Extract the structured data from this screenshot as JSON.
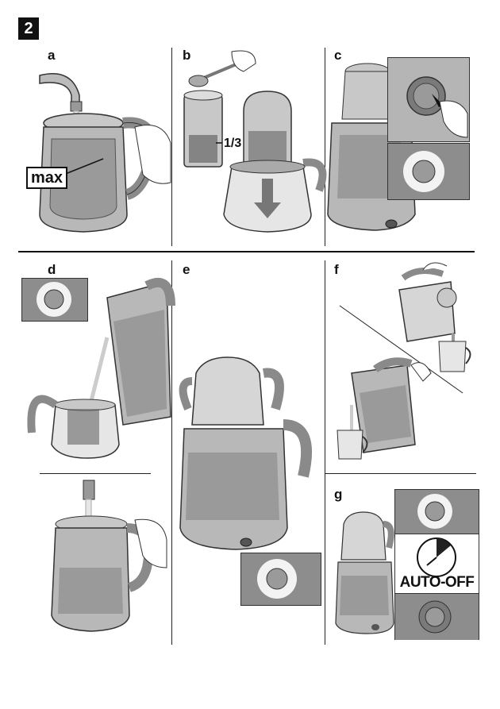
{
  "figure": {
    "step_number": "2",
    "panels": [
      {
        "id": "a",
        "label": "a",
        "callout": "max"
      },
      {
        "id": "b",
        "label": "b",
        "callout": "1/3"
      },
      {
        "id": "c",
        "label": "c"
      },
      {
        "id": "d",
        "label": "d"
      },
      {
        "id": "e",
        "label": "e"
      },
      {
        "id": "f",
        "label": "f"
      },
      {
        "id": "g",
        "label": "g",
        "callout": "AUTO-OFF"
      }
    ]
  },
  "colors": {
    "ink": "#111111",
    "kettle_body": "#b8b8b8",
    "kettle_dark": "#7a7a7a",
    "glass": "#d6d6d6",
    "water": "#9a9a9a",
    "handle": "#8a8a8a",
    "inset_bg": "#8d8d8d",
    "glow": "#ffffff"
  },
  "icons": [
    "water-tap-icon",
    "kettle-icon",
    "teapot-icon",
    "tea-infuser-icon",
    "spoon-icon",
    "power-button-icon",
    "glow-ring-icon",
    "timer-clock-icon",
    "cup-icon",
    "hand-icon",
    "arrow-down-icon"
  ]
}
